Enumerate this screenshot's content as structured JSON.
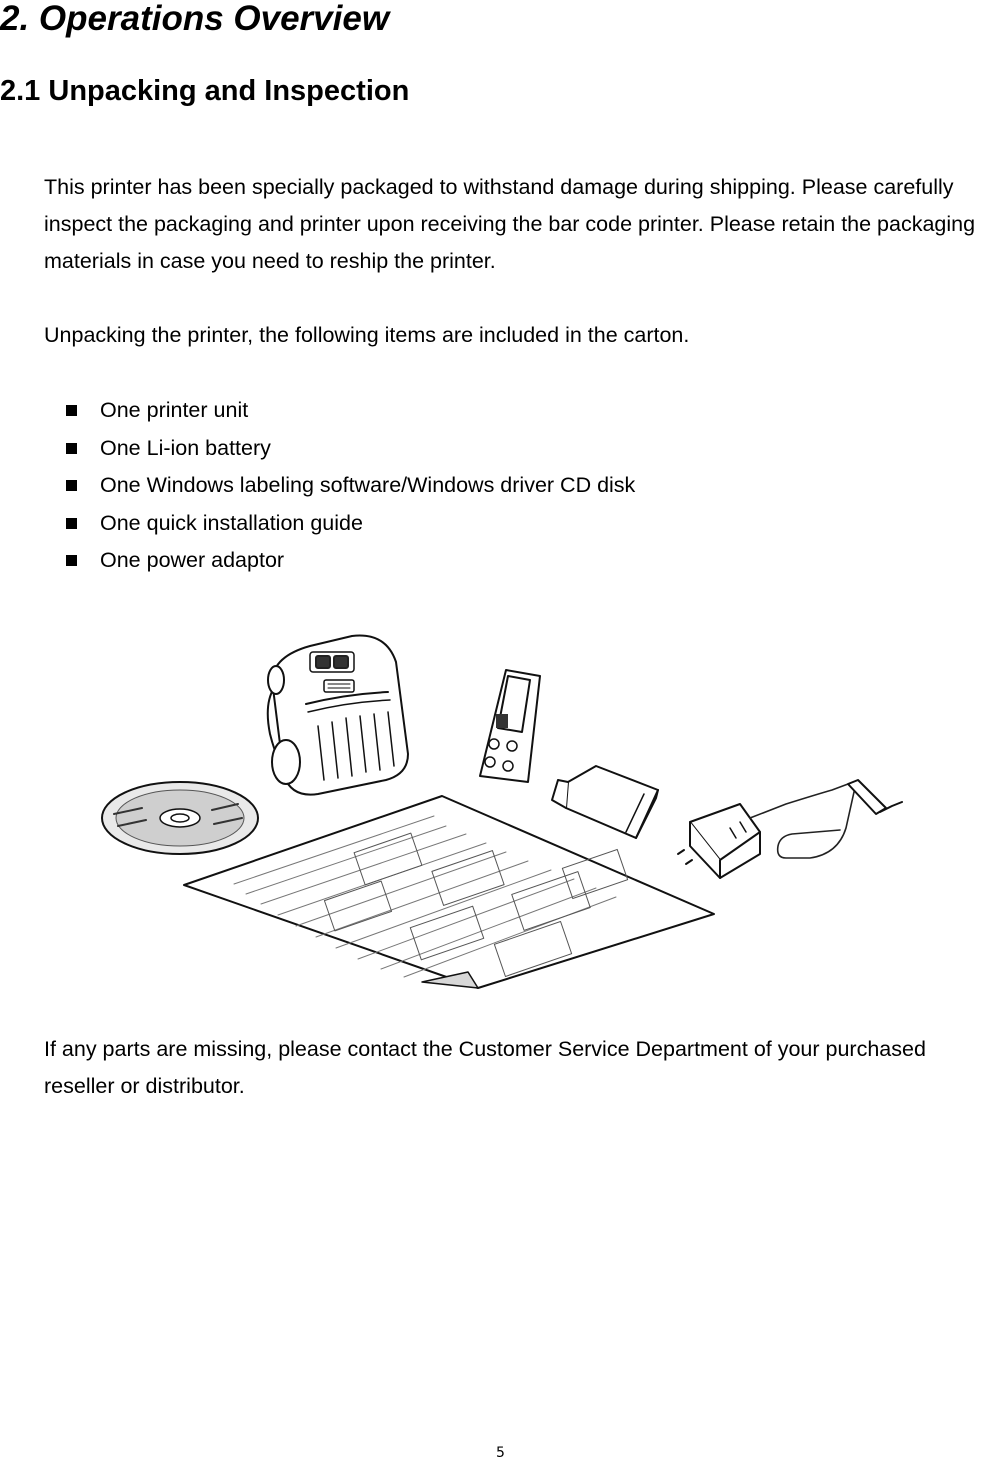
{
  "chapter_title": "2. Operations Overview",
  "section_title": "2.1 Unpacking and Inspection",
  "intro_paragraph": "This printer has been specially packaged to withstand damage during shipping. Please carefully inspect the packaging and printer upon receiving the bar code printer. Please retain the packaging materials in case you need to reship the printer.",
  "contents_intro": "Unpacking the printer, the following items are included in the carton.",
  "items": [
    "One printer unit",
    "One Li-ion battery",
    "One Windows labeling software/Windows driver CD disk",
    "One quick installation guide",
    "One power adaptor"
  ],
  "bullet_icon": "black-square-bullet",
  "missing_parts_note": "If any parts are missing, please contact the Customer Service Department of your purchased reseller or distributor.",
  "page_number": "5"
}
